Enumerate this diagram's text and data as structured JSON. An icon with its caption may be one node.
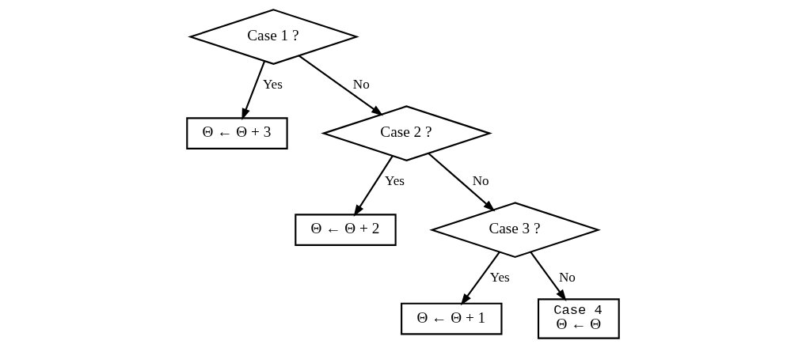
{
  "diagram": {
    "nodes": [
      {
        "text": [
          "Case 1 ?"
        ]
      },
      {
        "text": [
          "Θ ← Θ + 3"
        ]
      },
      {
        "text": [
          "Case 2 ?"
        ]
      },
      {
        "text": [
          "Θ ← Θ + 2"
        ]
      },
      {
        "text": [
          "Case 3 ?"
        ]
      },
      {
        "text": [
          "Θ ← Θ + 1"
        ]
      },
      {
        "text": [
          "Case 4",
          "Θ ← Θ"
        ]
      }
    ],
    "edges": [
      {
        "from": 0,
        "to": 1,
        "arrow": "to",
        "label": "Yes"
      },
      {
        "from": 0,
        "to": 2,
        "arrow": "to",
        "label": "No"
      },
      {
        "from": 2,
        "to": 3,
        "arrow": "to",
        "label": "Yes"
      },
      {
        "from": 2,
        "to": 4,
        "arrow": "to",
        "label": "No"
      },
      {
        "from": 4,
        "to": 5,
        "arrow": "to",
        "label": "Yes"
      },
      {
        "from": 4,
        "to": 6,
        "arrow": "to",
        "label": "No"
      }
    ]
  }
}
